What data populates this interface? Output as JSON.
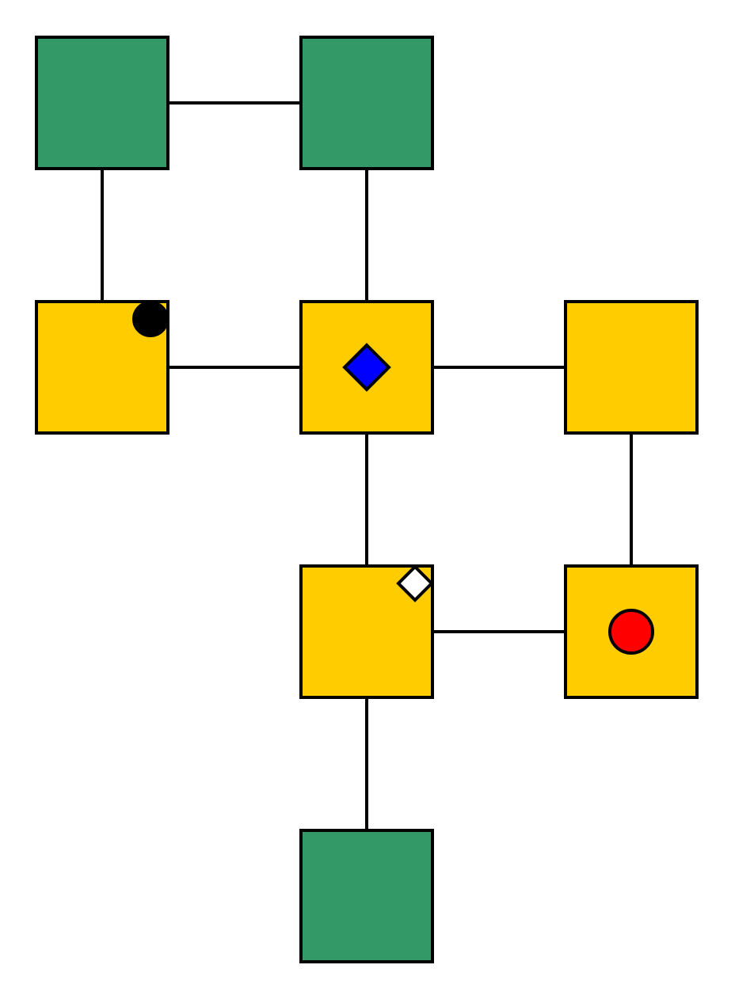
{
  "colors": {
    "background": "#ffffff",
    "outline": "#000000",
    "green_room": "#339966",
    "yellow_room": "#ffcc00",
    "blue_marker": "#0000ff",
    "red_marker": "#ff0000",
    "black_marker": "#000000",
    "white_marker": "#ffffff"
  },
  "nodes": [
    {
      "id": "n00",
      "row": 0,
      "col": 0,
      "kind": "green"
    },
    {
      "id": "n01",
      "row": 0,
      "col": 1,
      "kind": "green"
    },
    {
      "id": "n10",
      "row": 1,
      "col": 0,
      "kind": "yellow"
    },
    {
      "id": "n11",
      "row": 1,
      "col": 1,
      "kind": "yellow"
    },
    {
      "id": "n12",
      "row": 1,
      "col": 2,
      "kind": "yellow"
    },
    {
      "id": "n21",
      "row": 2,
      "col": 1,
      "kind": "yellow"
    },
    {
      "id": "n22",
      "row": 2,
      "col": 2,
      "kind": "yellow"
    },
    {
      "id": "n31",
      "row": 3,
      "col": 1,
      "kind": "green"
    }
  ],
  "edges": [
    [
      "n00",
      "n01"
    ],
    [
      "n00",
      "n10"
    ],
    [
      "n01",
      "n11"
    ],
    [
      "n10",
      "n11"
    ],
    [
      "n11",
      "n12"
    ],
    [
      "n11",
      "n21"
    ],
    [
      "n12",
      "n22"
    ],
    [
      "n21",
      "n22"
    ],
    [
      "n21",
      "n31"
    ]
  ],
  "markers": [
    {
      "node": "n10",
      "shape": "circle",
      "color": "black",
      "placement": "top-right-corner"
    },
    {
      "node": "n11",
      "shape": "diamond",
      "color": "blue",
      "placement": "center"
    },
    {
      "node": "n21",
      "shape": "diamond",
      "color": "white",
      "placement": "top-right-corner"
    },
    {
      "node": "n22",
      "shape": "circle",
      "color": "red",
      "placement": "center"
    }
  ]
}
